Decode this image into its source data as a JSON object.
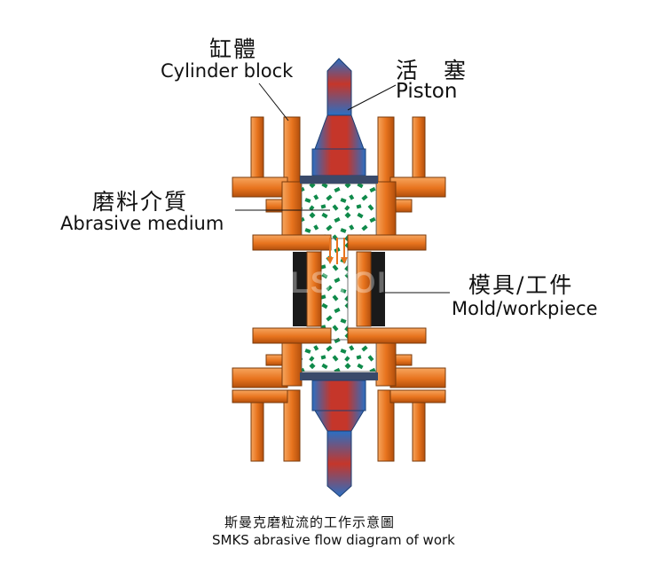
{
  "labels": {
    "cylinder_block_zh": "缸體",
    "cylinder_block_en": "Cylinder block",
    "piston_zh": "活　塞",
    "piston_en": "Piston",
    "abrasive_medium_zh": "磨料介質",
    "abrasive_medium_en": "Abrasive medium",
    "mold_workpiece_zh": "模具/工件",
    "mold_workpiece_en": "Mold/workpiece"
  },
  "caption": {
    "zh": "斯曼克磨粒流的工作示意圖",
    "en": "SMKS abrasive flow diagram of work"
  },
  "watermark": "ALSTOIN",
  "colors": {
    "orange": "#e8741e",
    "orange_dark": "#b34f0c",
    "blue": "#2a6fc4",
    "red": "#c5362a",
    "green": "#0f8a4a",
    "black": "#1a1a1a"
  }
}
